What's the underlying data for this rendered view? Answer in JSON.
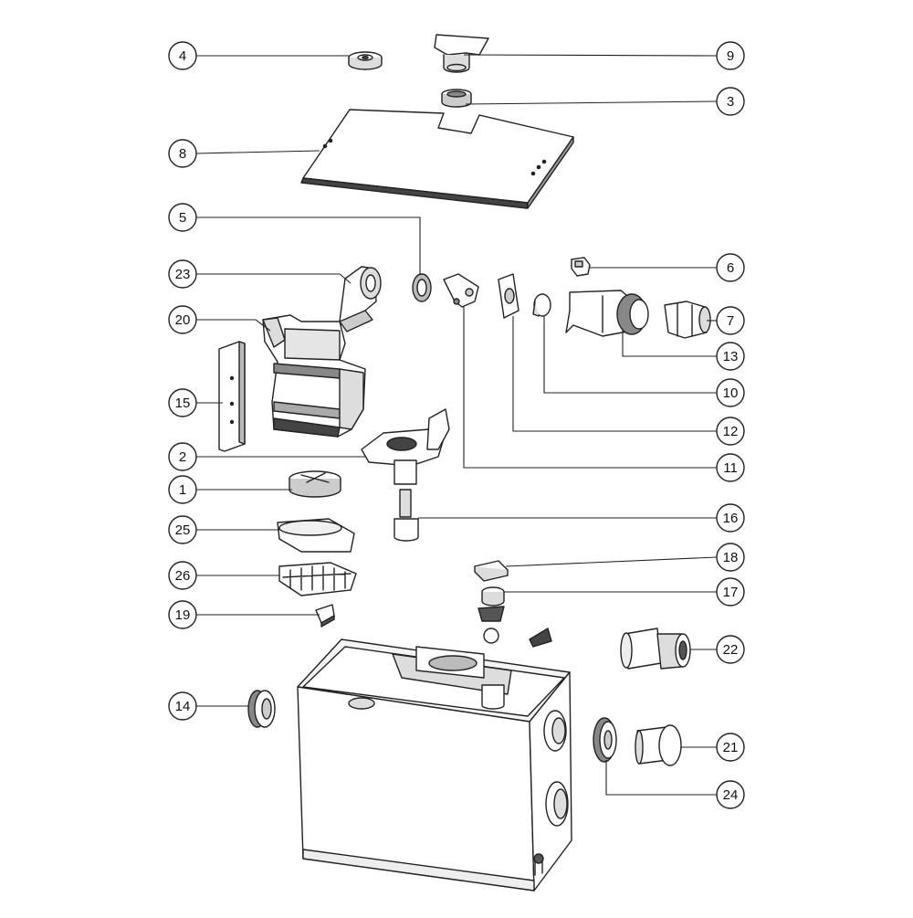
{
  "diagram": {
    "callouts": [
      {
        "id": "c4",
        "label": "4"
      },
      {
        "id": "c9",
        "label": "9"
      },
      {
        "id": "c3",
        "label": "3"
      },
      {
        "id": "c8",
        "label": "8"
      },
      {
        "id": "c5",
        "label": "5"
      },
      {
        "id": "c6",
        "label": "6"
      },
      {
        "id": "c23",
        "label": "23"
      },
      {
        "id": "c7",
        "label": "7"
      },
      {
        "id": "c20",
        "label": "20"
      },
      {
        "id": "c13",
        "label": "13"
      },
      {
        "id": "c10",
        "label": "10"
      },
      {
        "id": "c15",
        "label": "15"
      },
      {
        "id": "c12",
        "label": "12"
      },
      {
        "id": "c2",
        "label": "2"
      },
      {
        "id": "c11",
        "label": "11"
      },
      {
        "id": "c1",
        "label": "1"
      },
      {
        "id": "c16",
        "label": "16"
      },
      {
        "id": "c25",
        "label": "25"
      },
      {
        "id": "c18",
        "label": "18"
      },
      {
        "id": "c26",
        "label": "26"
      },
      {
        "id": "c17",
        "label": "17"
      },
      {
        "id": "c19",
        "label": "19"
      },
      {
        "id": "c22",
        "label": "22"
      },
      {
        "id": "c14",
        "label": "14"
      },
      {
        "id": "c21",
        "label": "21"
      },
      {
        "id": "c24",
        "label": "24"
      }
    ]
  },
  "colors": {
    "stroke": "#222222",
    "fill": "#ffffff",
    "shade": "#d9d9d9",
    "dark": "#555555"
  }
}
